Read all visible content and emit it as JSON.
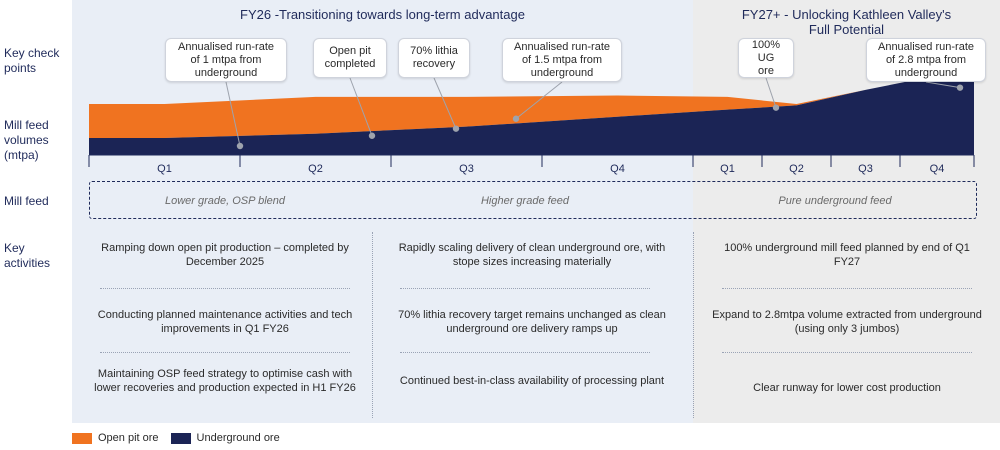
{
  "header": {
    "left_title": "FY26 -Transitioning towards long-term advantage",
    "right_title_1": "FY27+ - Unlocking Kathleen Valley's",
    "right_title_2": "Full Potential"
  },
  "row_labels": {
    "key_check_1": "Key check",
    "key_check_2": "points",
    "mill_vol_1": "Mill feed",
    "mill_vol_2": "volumes",
    "mill_vol_3": "(mtpa)",
    "mill_feed": "Mill feed",
    "key_act_1": "Key",
    "key_act_2": "activities"
  },
  "callouts": [
    {
      "lines": [
        "Annualised run-rate",
        "of 1 mtpa from",
        "underground"
      ]
    },
    {
      "lines": [
        "Open pit",
        "completed"
      ]
    },
    {
      "lines": [
        "70% lithia",
        "recovery"
      ]
    },
    {
      "lines": [
        "Annualised run-rate",
        "of 1.5 mtpa from",
        "underground"
      ]
    },
    {
      "lines": [
        "100% UG",
        "ore"
      ]
    },
    {
      "lines": [
        "Annualised run-rate",
        "of 2.8 mtpa from",
        "underground"
      ]
    }
  ],
  "mill_feed": {
    "left": "Lower grade, OSP blend",
    "mid": "Higher grade feed",
    "right": "Pure underground feed"
  },
  "activities": {
    "col1": [
      "Ramping down open pit production – completed by December 2025",
      "Conducting planned maintenance activities and tech improvements in Q1 FY26",
      "Maintaining OSP feed strategy to optimise cash with lower recoveries and production expected in H1 FY26"
    ],
    "col2": [
      "Rapidly scaling delivery of clean underground ore, with stope sizes increasing materially",
      "70% lithia recovery target remains unchanged as clean underground ore delivery ramps up",
      "Continued best-in-class availability of processing plant"
    ],
    "col3": [
      "100% underground mill feed planned by end of Q1 FY27",
      "Expand to 2.8mtpa volume extracted from underground (using only 3 jumbos)",
      "Clear runway for lower cost production"
    ]
  },
  "legend": {
    "open_pit": "Open pit ore",
    "underground": "Underground ore"
  },
  "colors": {
    "open_pit": "#f07320",
    "underground": "#1b2455"
  },
  "chart_data": {
    "type": "area",
    "stacked": true,
    "categories": [
      "Q1",
      "Q2",
      "Q3",
      "Q4",
      "Q1",
      "Q2",
      "Q3",
      "Q4"
    ],
    "series": [
      {
        "name": "Underground ore",
        "values": [
          0.6,
          0.75,
          1.0,
          1.35,
          1.6,
          1.75,
          2.3,
          2.8
        ]
      },
      {
        "name": "Open pit ore",
        "values": [
          1.2,
          1.3,
          1.05,
          0.75,
          0.45,
          0.05,
          0.0,
          0.0
        ]
      }
    ],
    "xlabel": "",
    "ylabel": "Mill feed volumes (mtpa)",
    "ylim": [
      0,
      3.0
    ]
  }
}
